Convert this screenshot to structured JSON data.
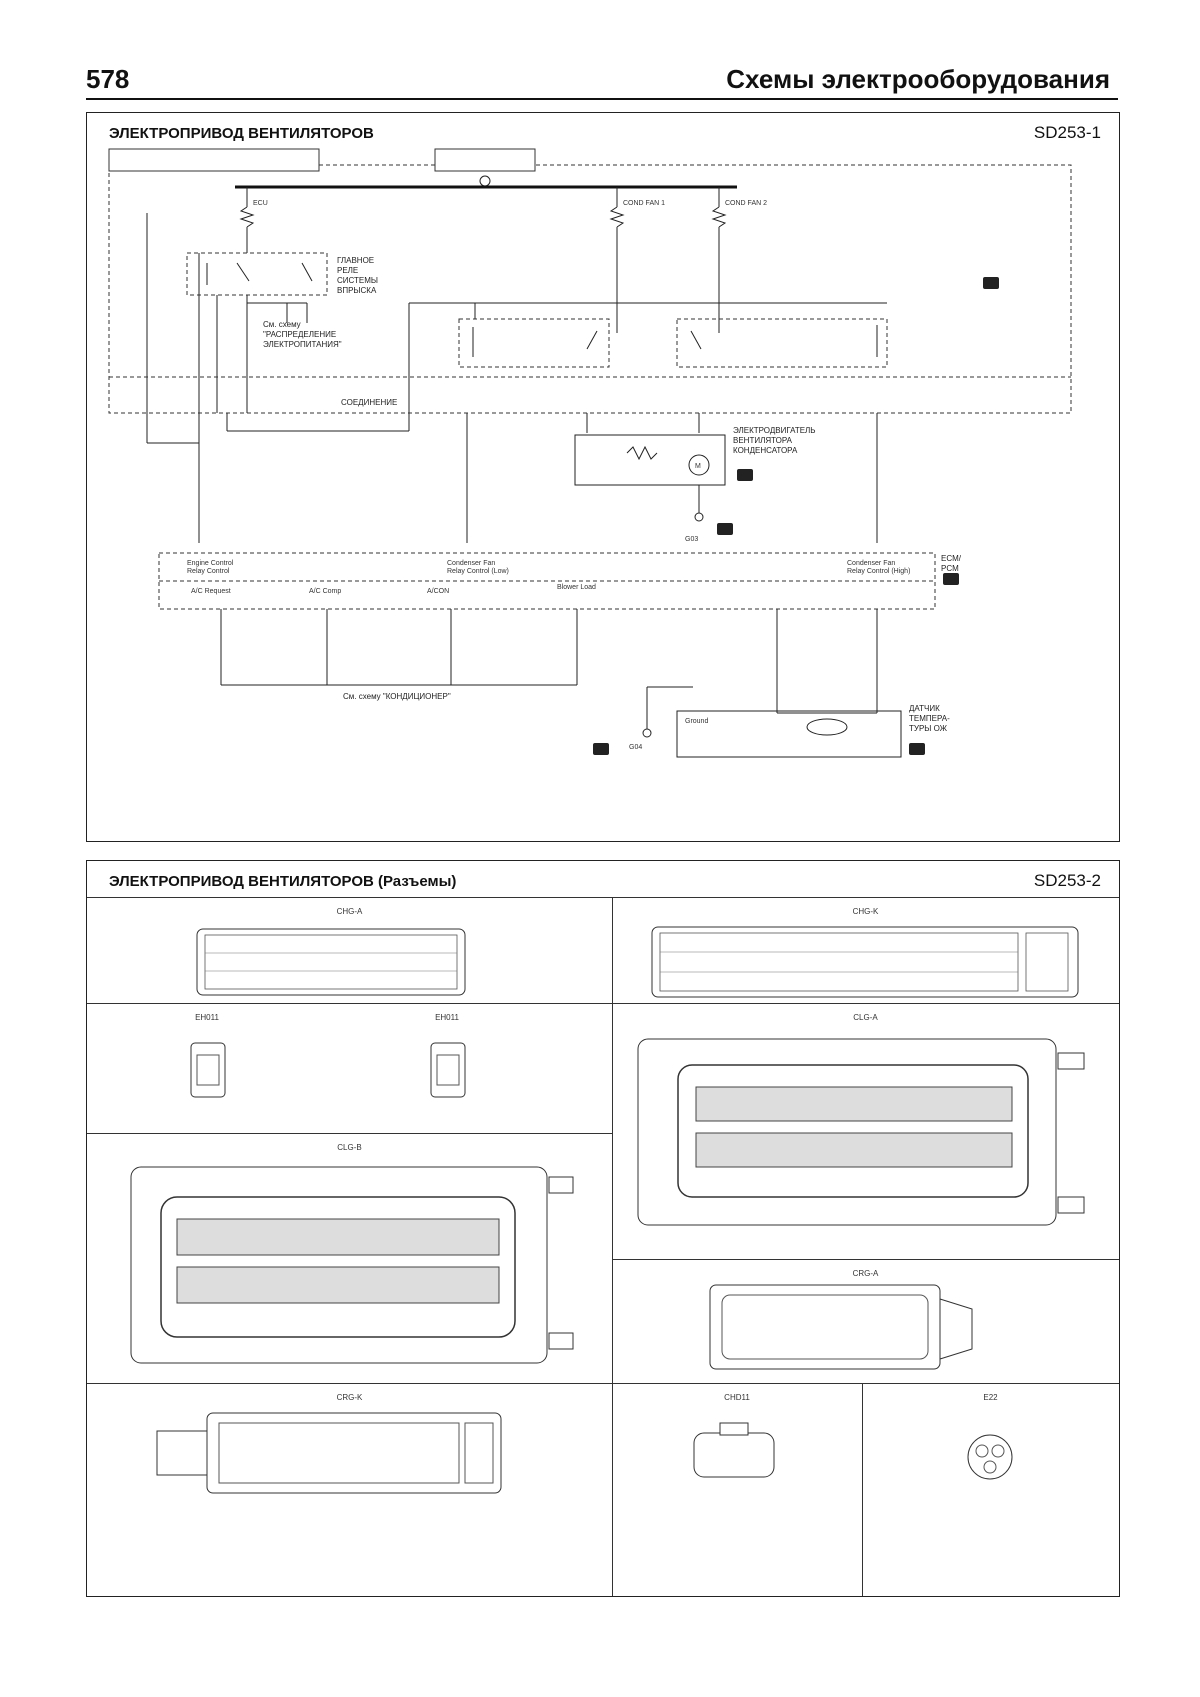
{
  "header": {
    "page_number": "578",
    "title": "Схемы электрооборудования"
  },
  "panel1": {
    "title": "ЭЛЕКТРОПРИВОД ВЕНТИЛЯТОРОВ",
    "code": "SD253-1",
    "labels": {
      "main_relay": [
        "ГЛАВНОЕ",
        "РЕЛЕ",
        "СИСТЕМЫ",
        "ВПРЫСКА"
      ],
      "power_distribution": [
        "См. схему",
        "\"РАСПРЕДЕЛЕНИЕ",
        "ЭЛЕКТРОПИТАНИЯ\""
      ],
      "fan_motor": [
        "ЭЛЕКТРОДВИГАТЕЛЬ",
        "ВЕНТИЛЯТОРА",
        "КОНДЕНСАТОРА"
      ],
      "aircon_ref": [
        "См. схему \"КОНДИЦИОНЕР\""
      ],
      "temp_sensor": [
        "ДАТЧИК",
        "ТЕМПЕРА-",
        "ТУРЫ ОЖ"
      ],
      "ecm_pcm": [
        "ECM/",
        "PCM"
      ],
      "connection": "СОЕДИНЕНИЕ",
      "ecm_pins": [
        "Engine Control",
        "Relay Control",
        "Condenser Fan",
        "Relay Control (Low)",
        "Condenser Fan",
        "Relay Control (High)"
      ],
      "ac_pins": [
        "A/C Request",
        "A/C Comp",
        "A/CON",
        "Blower Load"
      ],
      "fuses": [
        "ECU",
        "COND FAN 1",
        "COND FAN 2"
      ],
      "grounds": [
        "G03",
        "G04"
      ],
      "sensor": "Ground"
    }
  },
  "panel2": {
    "title": "ЭЛЕКТРОПРИВОД ВЕНТИЛЯТОРОВ (Разъемы)",
    "code": "SD253-2",
    "connectors": [
      "CHG-A",
      "CHG-K",
      "EH011",
      "EH011",
      "CLG-A",
      "CLG-B",
      "CRG-A",
      "CRG-K",
      "CHD11",
      "E22"
    ]
  }
}
